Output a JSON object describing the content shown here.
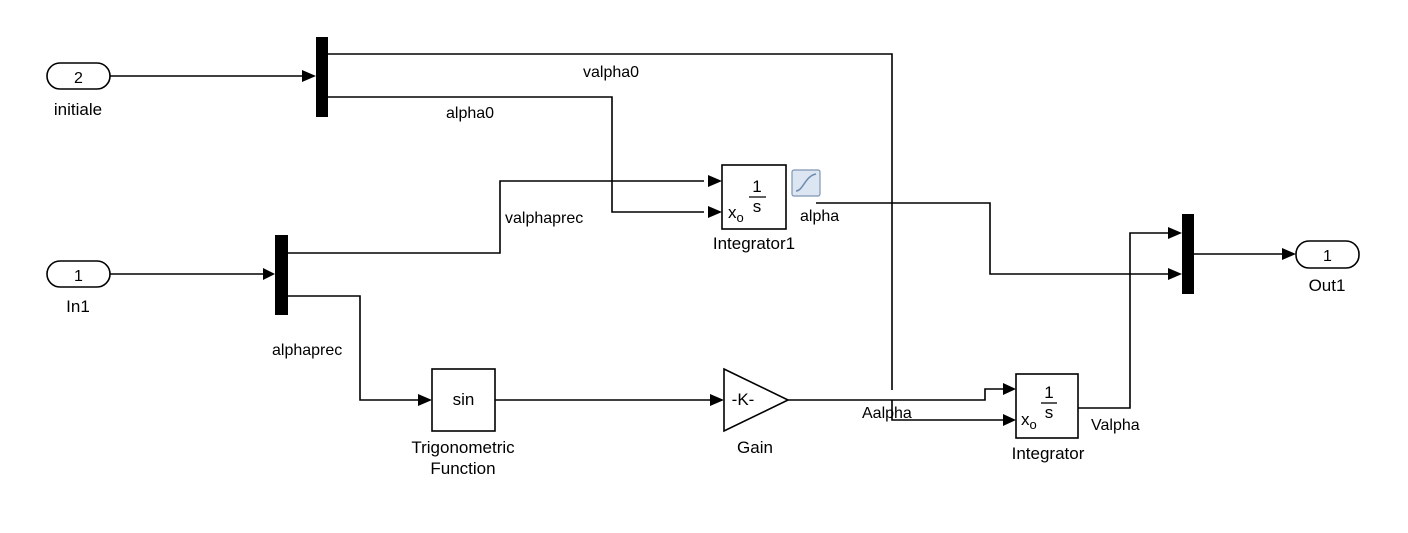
{
  "diagram": {
    "ports": {
      "inport_initiale": {
        "number": "2",
        "name": "initiale"
      },
      "inport_in1": {
        "number": "1",
        "name": "In1"
      },
      "outport_out1": {
        "number": "1",
        "name": "Out1"
      }
    },
    "blocks": {
      "integrator1": {
        "name": "Integrator1",
        "x0": "x",
        "x0_sub": "o",
        "num": "1",
        "den": "s"
      },
      "integrator": {
        "name": "Integrator",
        "x0": "x",
        "x0_sub": "o",
        "num": "1",
        "den": "s"
      },
      "trig": {
        "name_line1": "Trigonometric",
        "name_line2": "Function",
        "function": "sin"
      },
      "gain": {
        "name": "Gain",
        "value": "-K-"
      }
    },
    "signals": {
      "valpha0": "valpha0",
      "alpha0": "alpha0",
      "valphaprec": "valphaprec",
      "alpha": "alpha",
      "alphaprec": "alphaprec",
      "aalpha": "Aalpha",
      "valpha": "Valpha"
    }
  }
}
